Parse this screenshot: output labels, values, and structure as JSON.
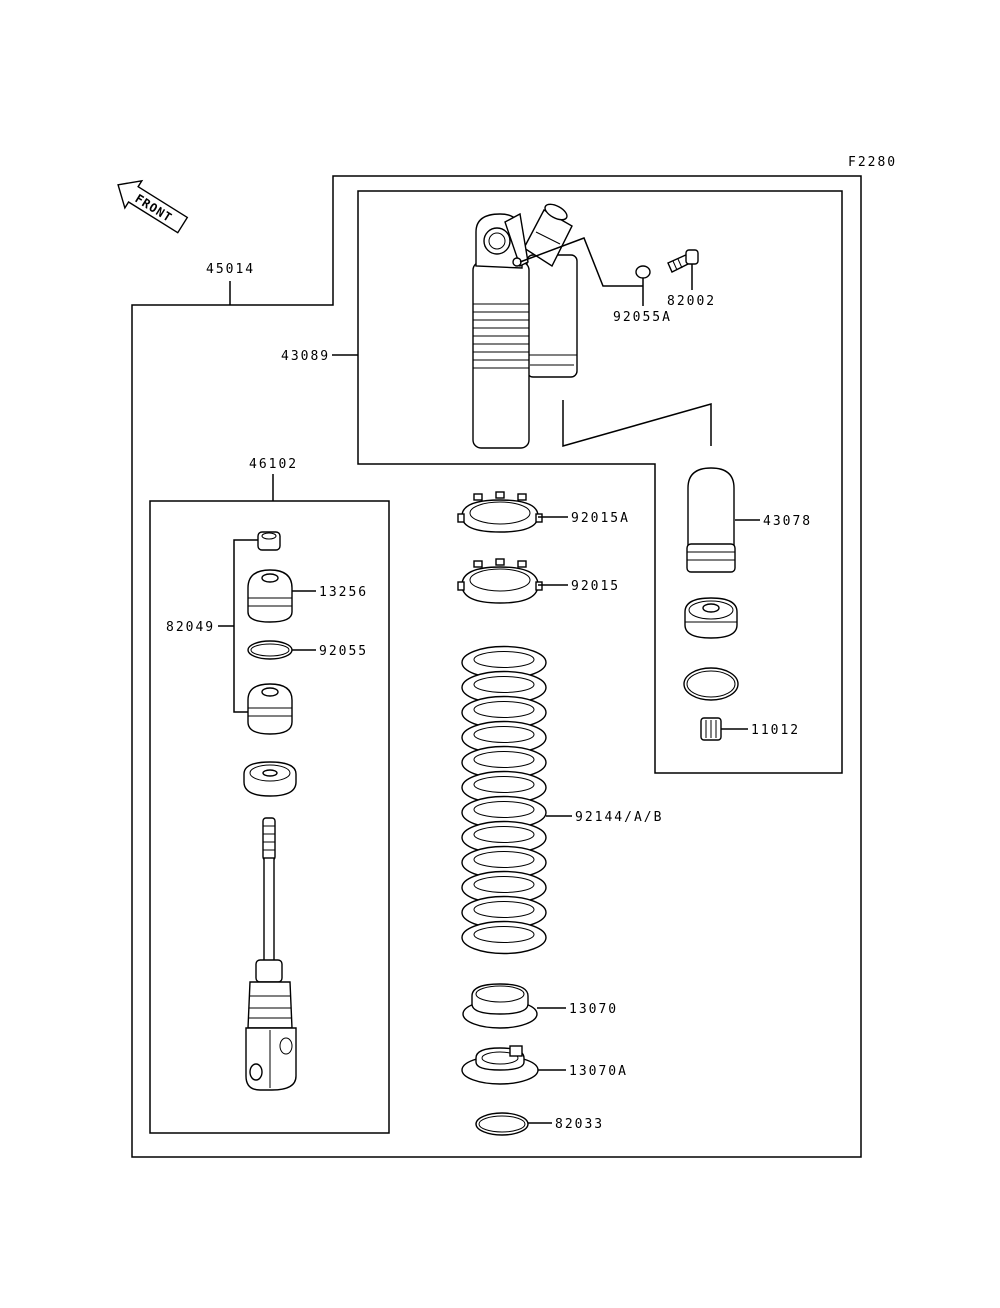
{
  "diagram": {
    "figure_code": "F2280",
    "front_label": "FRONT",
    "parts": {
      "p45014": "45014",
      "p43089": "43089",
      "p92055A": "92055A",
      "p82002": "82002",
      "p43078": "43078",
      "p11012": "11012",
      "p46102": "46102",
      "p82049": "82049",
      "p13256": "13256",
      "p92055": "92055",
      "p92015A": "92015A",
      "p92015": "92015",
      "p92144": "92144/A/B",
      "p13070": "13070",
      "p13070A": "13070A",
      "p82033": "82033"
    }
  }
}
